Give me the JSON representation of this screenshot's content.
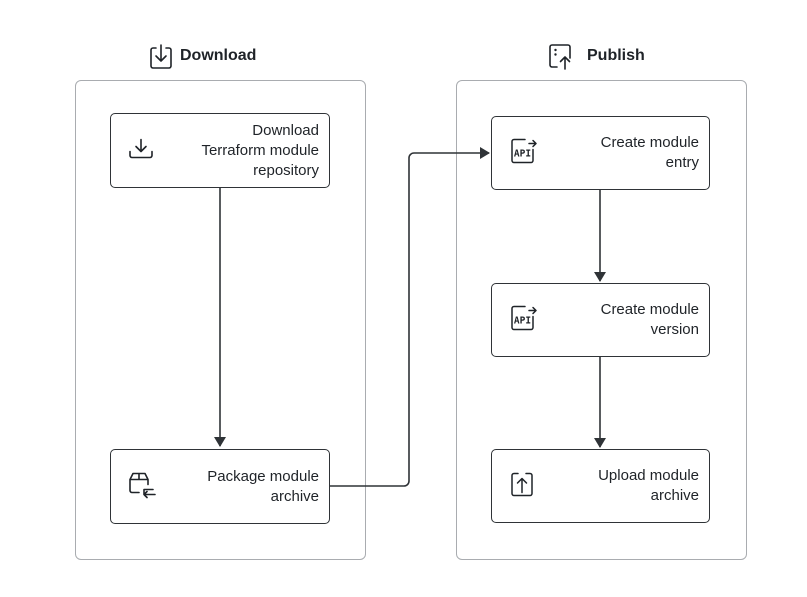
{
  "lanes": {
    "download": {
      "title": "Download",
      "icon": "download-box-icon"
    },
    "publish": {
      "title": "Publish",
      "icon": "publish-upload-icon"
    }
  },
  "nodes": {
    "download_repo": {
      "label": "Download\nTerraform module\nrepository",
      "icon": "download-icon"
    },
    "package_archive": {
      "label": "Package module\narchive",
      "icon": "package-icon"
    },
    "create_entry": {
      "label": "Create module\nentry",
      "icon": "api-icon"
    },
    "create_version": {
      "label": "Create module\nversion",
      "icon": "api-icon"
    },
    "upload_archive": {
      "label": "Upload module\narchive",
      "icon": "upload-icon"
    }
  },
  "edges": [
    {
      "from": "download_repo",
      "to": "package_archive"
    },
    {
      "from": "package_archive",
      "to": "create_entry"
    },
    {
      "from": "create_entry",
      "to": "create_version"
    },
    {
      "from": "create_version",
      "to": "upload_archive"
    }
  ],
  "colors": {
    "stroke": "#2f3337",
    "lane_border": "#a9acb0"
  }
}
